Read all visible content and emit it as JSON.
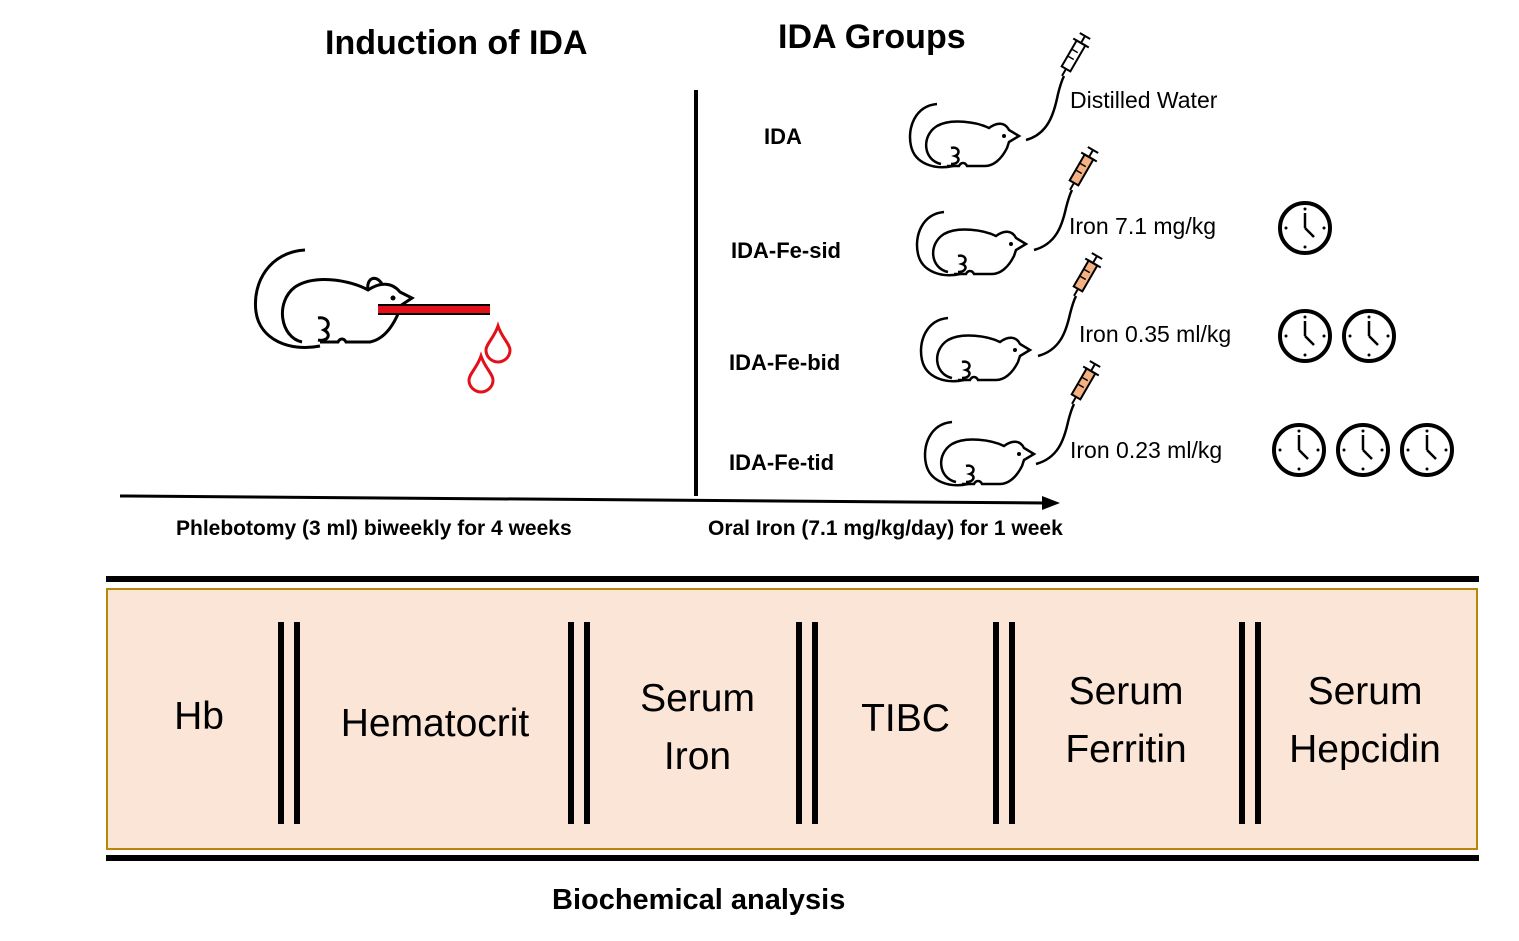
{
  "induction": {
    "title": "Induction of IDA",
    "timeline_label": "Phlebotomy (3 ml) biweekly for 4 weeks"
  },
  "groups": {
    "title": "IDA Groups",
    "timeline_label": "Oral Iron (7.1 mg/kg/day) for 1 week",
    "items": [
      {
        "name": "IDA",
        "treatment": "Distilled Water",
        "doses_per_day": 0
      },
      {
        "name": "IDA-Fe-sid",
        "treatment": "Iron 7.1 mg/kg",
        "doses_per_day": 1
      },
      {
        "name": "IDA-Fe-bid",
        "treatment": "Iron 0.35 ml/kg",
        "doses_per_day": 2
      },
      {
        "name": "IDA-Fe-tid",
        "treatment": "Iron 0.23 ml/kg",
        "doses_per_day": 3
      }
    ]
  },
  "analysis": {
    "title": "Biochemical analysis",
    "panel_color": "#fbe5d6",
    "items": [
      {
        "line1": "Hb",
        "line2": ""
      },
      {
        "line1": "Hematocrit",
        "line2": ""
      },
      {
        "line1": "Serum",
        "line2": "Iron"
      },
      {
        "line1": "TIBC",
        "line2": ""
      },
      {
        "line1": "Serum",
        "line2": "Ferritin"
      },
      {
        "line1": "Serum",
        "line2": "Hepcidin"
      }
    ]
  },
  "colors": {
    "blood": "#e3101a",
    "syringe_fill": "#f4b183"
  },
  "icons": [
    "rat-icon",
    "syringe-icon",
    "blood-drop-icon",
    "clock-icon"
  ]
}
